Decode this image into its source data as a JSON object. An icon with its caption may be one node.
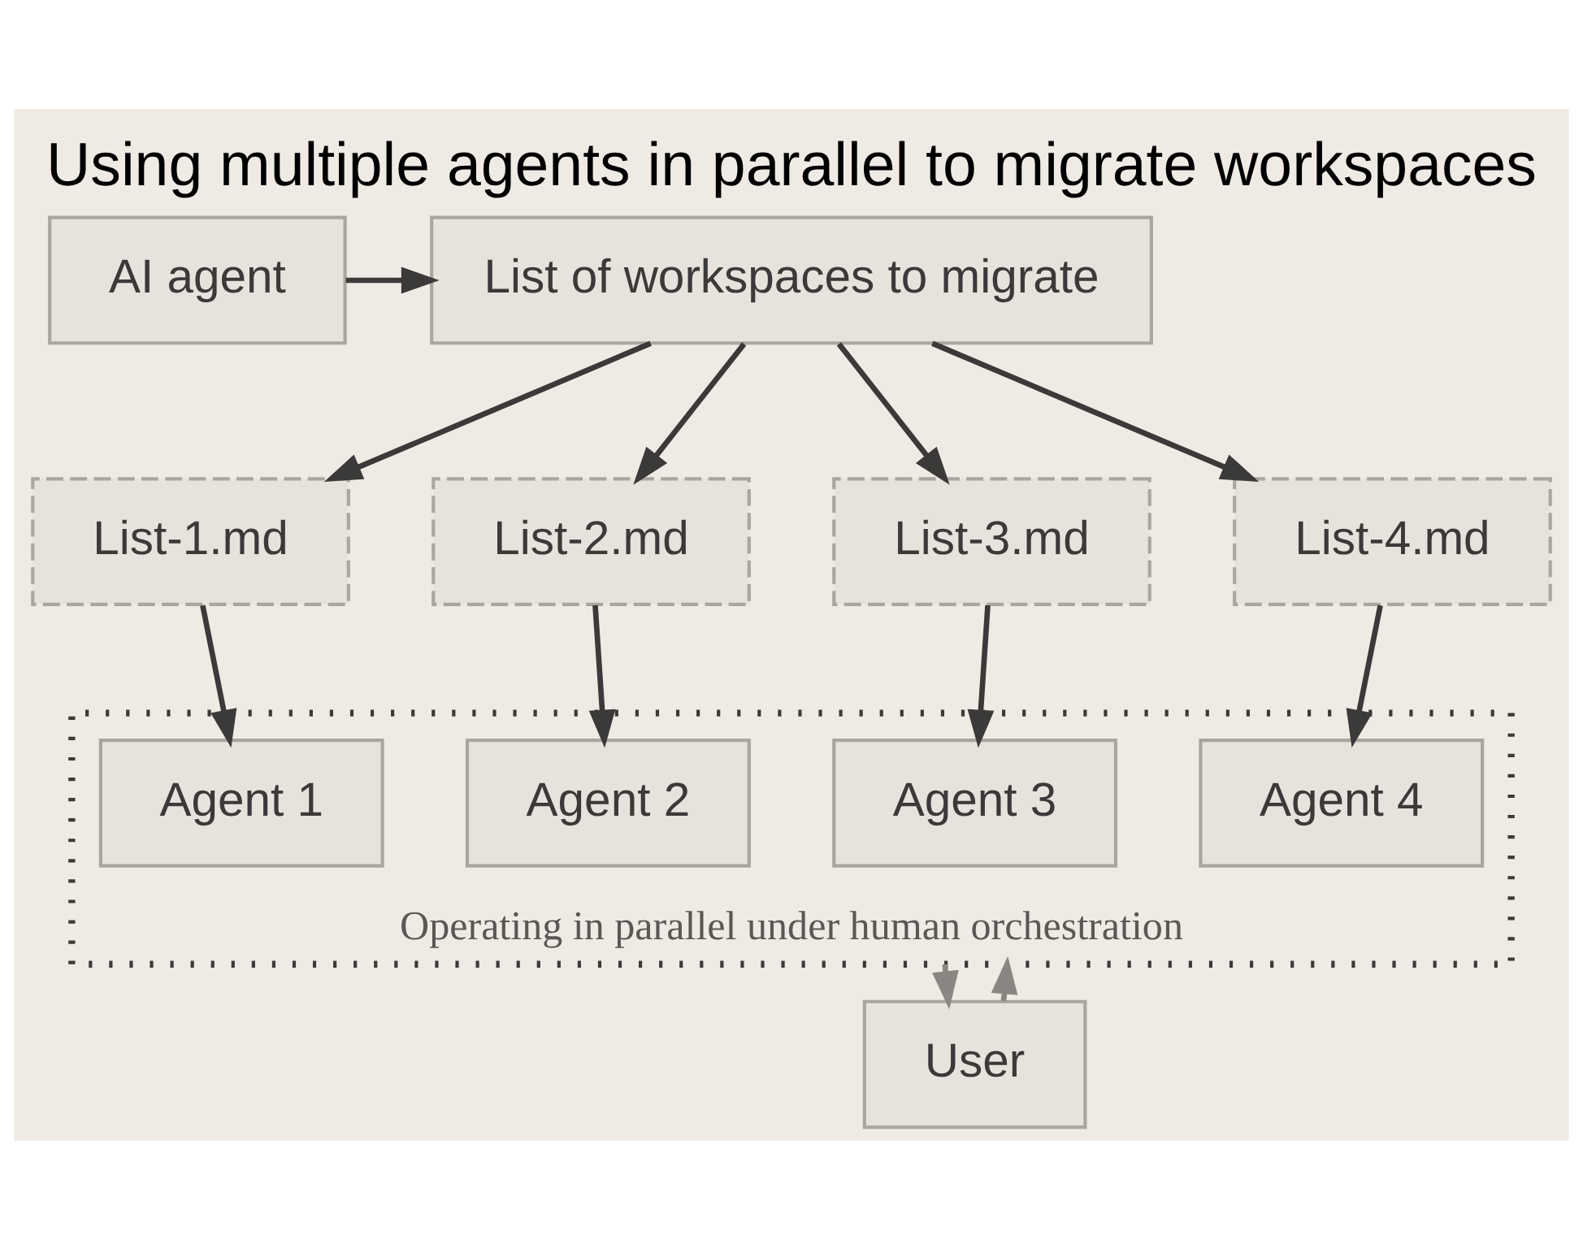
{
  "diagram": {
    "title": "Using multiple agents in parallel to migrate workspaces",
    "nodes": [
      {
        "text": [
          "AI agent"
        ]
      },
      {
        "text": [
          "List of workspaces to migrate"
        ]
      },
      {
        "text": [
          "List-1.md"
        ]
      },
      {
        "text": [
          "List-2.md"
        ]
      },
      {
        "text": [
          "List-3.md"
        ]
      },
      {
        "text": [
          "List-4.md"
        ]
      },
      {
        "text": [
          "Operating in parallel under human orchestration"
        ]
      },
      {
        "text": [
          "Agent 1"
        ],
        "in": 6
      },
      {
        "text": [
          "Agent 2"
        ],
        "in": 6
      },
      {
        "text": [
          "Agent 3"
        ],
        "in": 6
      },
      {
        "text": [
          "Agent 4"
        ],
        "in": 6
      },
      {
        "text": [
          "User"
        ]
      }
    ],
    "edges": [
      {
        "from": 0,
        "to": 1,
        "arrow": "to"
      },
      {
        "from": 1,
        "to": 2,
        "arrow": "to"
      },
      {
        "from": 1,
        "to": 3,
        "arrow": "to"
      },
      {
        "from": 1,
        "to": 4,
        "arrow": "to"
      },
      {
        "from": 1,
        "to": 5,
        "arrow": "to"
      },
      {
        "from": 2,
        "to": 7,
        "arrow": "to"
      },
      {
        "from": 3,
        "to": 8,
        "arrow": "to"
      },
      {
        "from": 4,
        "to": 9,
        "arrow": "to"
      },
      {
        "from": 5,
        "to": 10,
        "arrow": "to"
      },
      {
        "from": 6,
        "to": 11,
        "arrow": "to",
        "color": "#8a8782"
      },
      {
        "from": 11,
        "to": 6,
        "arrow": "to",
        "color": "#8a8782"
      }
    ]
  }
}
